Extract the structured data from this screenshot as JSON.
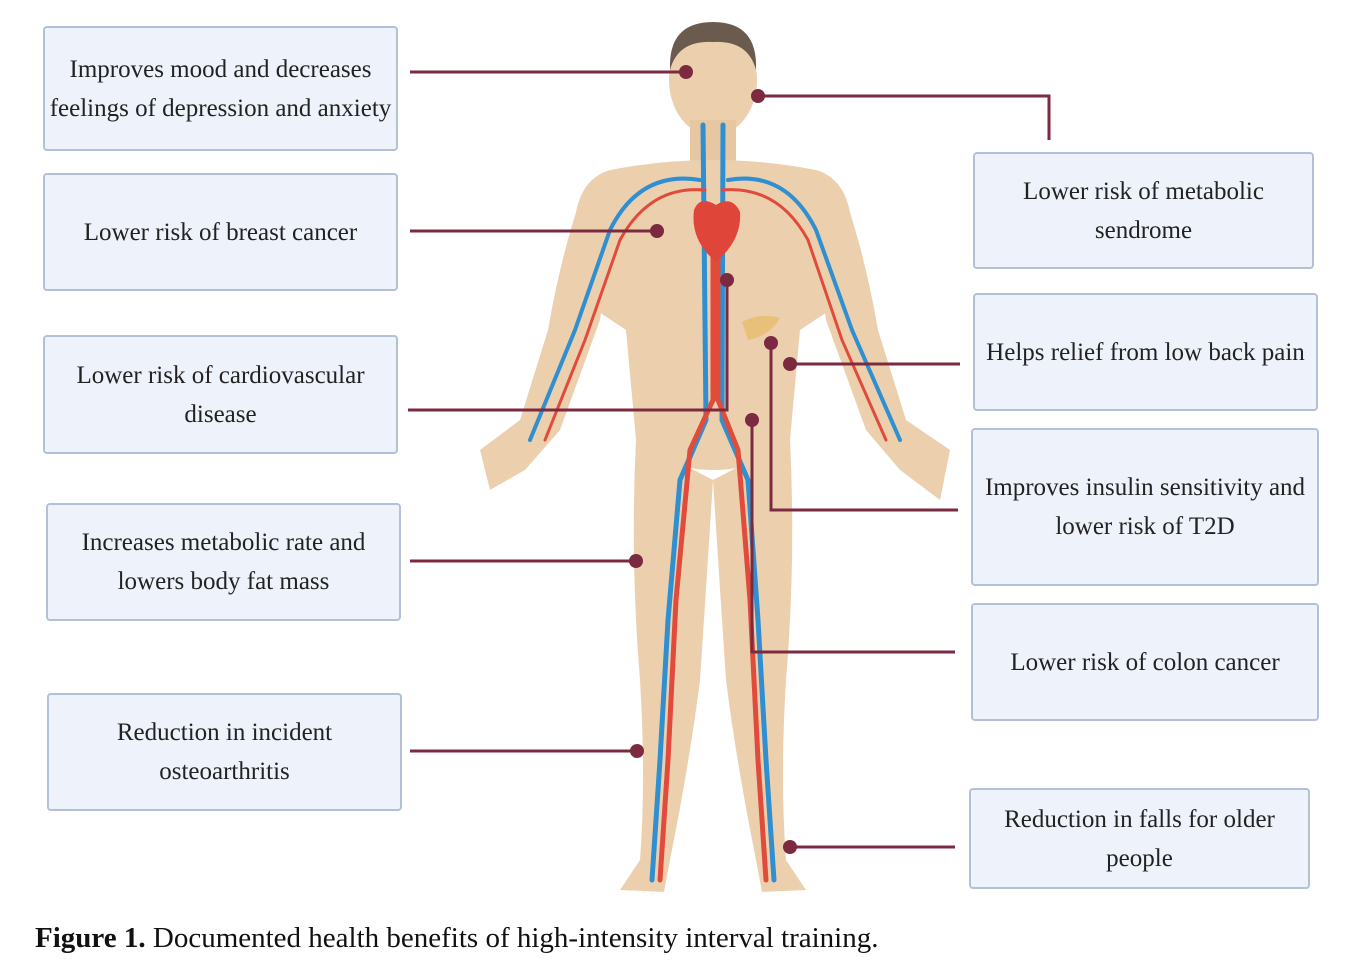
{
  "benefits_left": [
    "Improves mood and decreases feelings of depression and anxiety",
    "Lower risk of breast cancer",
    "Lower risk of cardiovascular disease",
    "Increases metabolic rate and lowers body fat mass",
    "Reduction in incident osteoarthritis"
  ],
  "benefits_right": [
    "Lower risk of metabolic sendrome",
    "Helps relief from low back pain",
    "Improves insulin sensitivity and lower risk of T2D",
    "Lower risk of colon cancer",
    "Reduction in falls for older people"
  ],
  "caption": {
    "label": "Figure 1.",
    "text": " Documented health benefits of high-intensity interval training."
  },
  "colors": {
    "connector": "#7b2a40",
    "box_bg": "#eef3fb",
    "box_border": "#b3c1d8",
    "skin": "#ecd0ae",
    "artery": "#e04b3c",
    "vein": "#2f8fd0"
  }
}
